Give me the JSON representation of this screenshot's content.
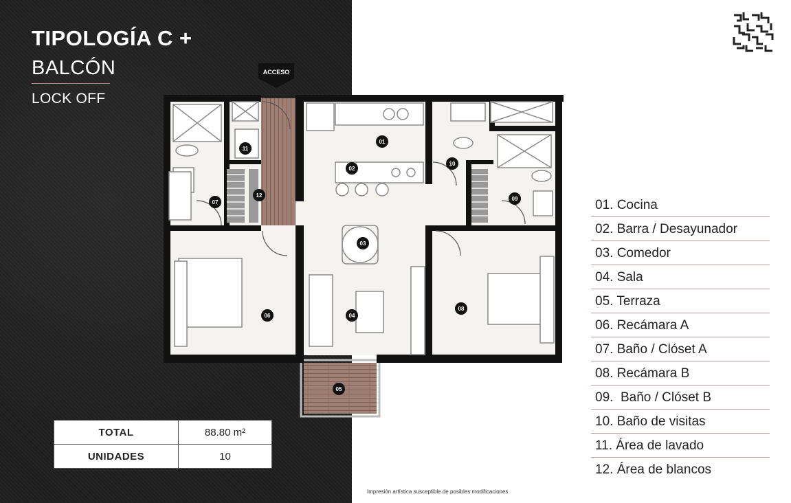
{
  "header": {
    "title_line1": "TIPOLOGÍA C +",
    "title_line2": "BALCÓN",
    "title_line3": "LOCK OFF"
  },
  "plan": {
    "access_label": "ACCESO",
    "markers": [
      "01",
      "02",
      "03",
      "04",
      "05",
      "06",
      "07",
      "08",
      "09",
      "10",
      "11",
      "12"
    ]
  },
  "stats": {
    "total_label": "TOTAL",
    "total_value": "88.80 m²",
    "units_label": "UNIDADES",
    "units_value": "10"
  },
  "legend": [
    "01. Cocina",
    "02. Barra / Desayunador",
    "03. Comedor",
    "04. Sala",
    "05. Terraza",
    "06. Recámara A",
    "07. Baño / Clóset A",
    "08. Recámara B",
    "09.  Baño / Clóset B",
    "10. Baño de visitas",
    "11. Área de lavado",
    "12. Área de blancos"
  ],
  "disclaimer": "Impresión artística susceptible de posibles modificaciones",
  "colors": {
    "background_dark": "#1f1f1f",
    "wall": "#111111",
    "floor": "#f4f3f0",
    "wood": "#9c7a70",
    "accent_rule": "#b39b9b"
  }
}
